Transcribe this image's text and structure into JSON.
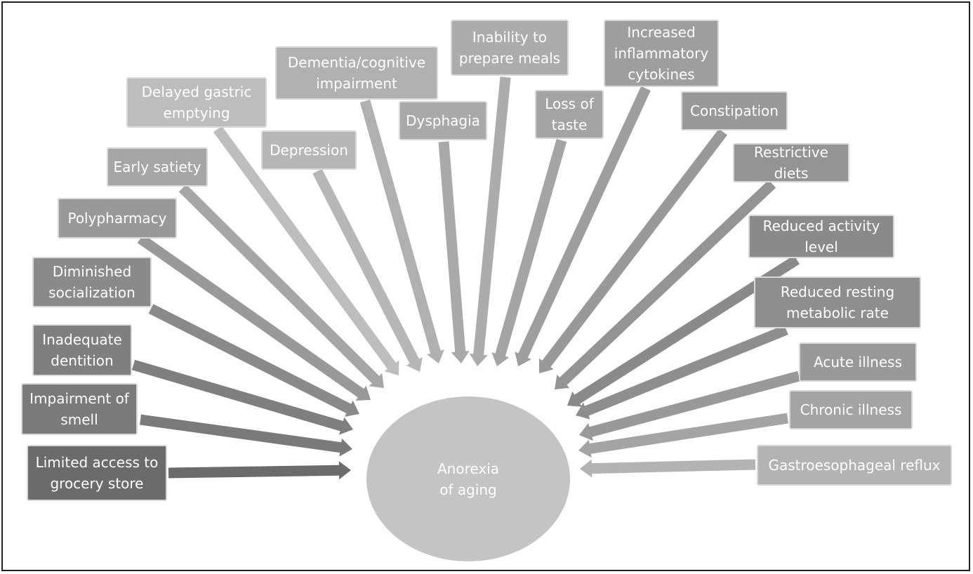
{
  "center": {
    "label": "Anorexia\nof aging",
    "color": "#c4c4c4"
  },
  "factors": [
    {
      "id": "limited-access-grocery",
      "label": "Limited access to\ngrocery store",
      "color": "#6b6b6b"
    },
    {
      "id": "impairment-smell",
      "label": "Impairment of\nsmell",
      "color": "#7a7a7a"
    },
    {
      "id": "inadequate-dentition",
      "label": "Inadequate\ndentition",
      "color": "#7f7f7f"
    },
    {
      "id": "diminished-socialization",
      "label": "Diminished\nsocialization",
      "color": "#8a8a8a"
    },
    {
      "id": "polypharmacy",
      "label": "Polypharmacy",
      "color": "#999999"
    },
    {
      "id": "early-satiety",
      "label": "Early satiety",
      "color": "#a6a6a6"
    },
    {
      "id": "delayed-gastric-emptying",
      "label": "Delayed gastric\nemptying",
      "color": "#bdbdbd"
    },
    {
      "id": "depression",
      "label": "Depression",
      "color": "#b7b7b7"
    },
    {
      "id": "dementia",
      "label": "Dementia/cognitive\nimpairment",
      "color": "#b0b0b0"
    },
    {
      "id": "dysphagia",
      "label": "Dysphagia",
      "color": "#a9a9a9"
    },
    {
      "id": "inability-prepare-meals",
      "label": "Inability to\nprepare meals",
      "color": "#acacac"
    },
    {
      "id": "loss-of-taste",
      "label": "Loss of\ntaste",
      "color": "#a4a4a4"
    },
    {
      "id": "increased-cytokines",
      "label": "Increased\ninflammatory\ncytokines",
      "color": "#9e9e9e"
    },
    {
      "id": "constipation",
      "label": "Constipation",
      "color": "#999999"
    },
    {
      "id": "restrictive-diets",
      "label": "Restrictive\ndiets",
      "color": "#949494"
    },
    {
      "id": "reduced-activity",
      "label": "Reduced activity\nlevel",
      "color": "#8a8a8a"
    },
    {
      "id": "reduced-metabolic-rate",
      "label": "Reduced resting\nmetabolic rate",
      "color": "#8e8e8e"
    },
    {
      "id": "acute-illness",
      "label": "Acute illness",
      "color": "#999999"
    },
    {
      "id": "chronic-illness",
      "label": "Chronic illness",
      "color": "#a4a4a4"
    },
    {
      "id": "gerd",
      "label": "Gastroesophageal reflux",
      "color": "#b3b3b3"
    }
  ]
}
